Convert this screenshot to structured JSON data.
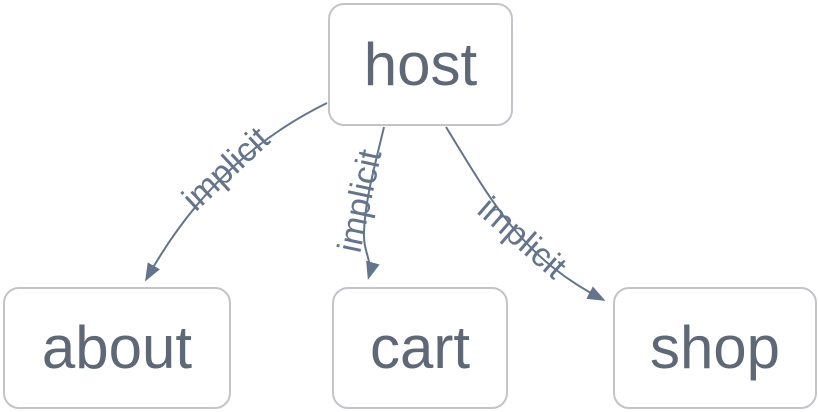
{
  "diagram": {
    "type": "dependency-graph",
    "nodes": [
      {
        "id": "host",
        "label": "host"
      },
      {
        "id": "about",
        "label": "about"
      },
      {
        "id": "cart",
        "label": "cart"
      },
      {
        "id": "shop",
        "label": "shop"
      }
    ],
    "edges": [
      {
        "from": "host",
        "to": "about",
        "label": "implicit"
      },
      {
        "from": "host",
        "to": "cart",
        "label": "implicit"
      },
      {
        "from": "host",
        "to": "shop",
        "label": "implicit"
      }
    ],
    "colors": {
      "background": "#ffffff",
      "node_fill": "#ffffff",
      "node_border": "#c1c4c9",
      "node_text": "#5e6876",
      "edge_stroke": "#64748b",
      "edge_label_text": "#64748b"
    }
  }
}
